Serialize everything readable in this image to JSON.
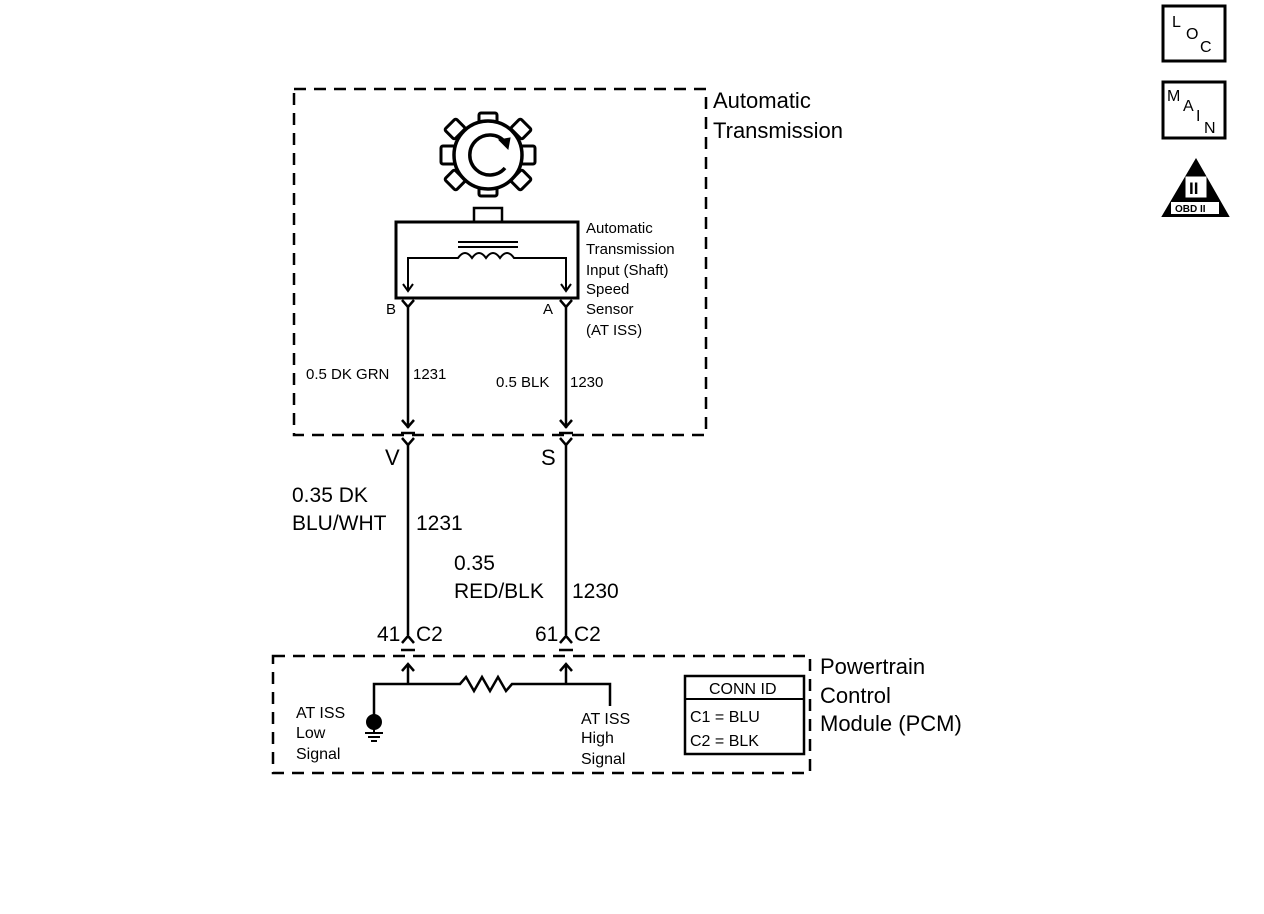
{
  "components": {
    "transmission": {
      "label_line1": "Automatic",
      "label_line2": "Transmission"
    },
    "sensor": {
      "label_lines": [
        "Automatic",
        "Transmission",
        "Input (Shaft)",
        "Speed",
        "Sensor",
        "(AT ISS)"
      ],
      "pin_b": "B",
      "pin_a": "A"
    },
    "pcm": {
      "label_lines": [
        "Powertrain",
        "Control",
        "Module (PCM)"
      ],
      "low_signal_lines": [
        "AT ISS",
        "Low",
        "Signal"
      ],
      "high_signal_lines": [
        "AT ISS",
        "High",
        "Signal"
      ]
    }
  },
  "wires": {
    "inner_left": {
      "gauge_color": "0.5 DK GRN",
      "circuit": "1231"
    },
    "inner_right": {
      "gauge_color": "0.5 BLK",
      "circuit": "1230"
    },
    "outer_left": {
      "gauge": "0.35 DK",
      "color": "BLU/WHT",
      "circuit": "1231"
    },
    "outer_right": {
      "gauge": "0.35",
      "color": "RED/BLK",
      "circuit": "1230"
    }
  },
  "connectors": {
    "inline_left": "V",
    "inline_right": "S",
    "pcm_left": {
      "pin": "41",
      "conn": "C2"
    },
    "pcm_right": {
      "pin": "61",
      "conn": "C2"
    }
  },
  "conn_id_table": {
    "header": "CONN ID",
    "rows": [
      "C1 = BLU",
      "C2 = BLK"
    ]
  },
  "nav_icons": {
    "loc": {
      "l1": "L",
      "l2": "O",
      "l3": "C"
    },
    "main": {
      "l1": "M",
      "l2": "A",
      "l3": "I",
      "l4": "N"
    },
    "obd": {
      "numeral": "II",
      "label": "OBD II"
    }
  },
  "colors": {
    "ink": "#000000",
    "paper": "#ffffff"
  }
}
